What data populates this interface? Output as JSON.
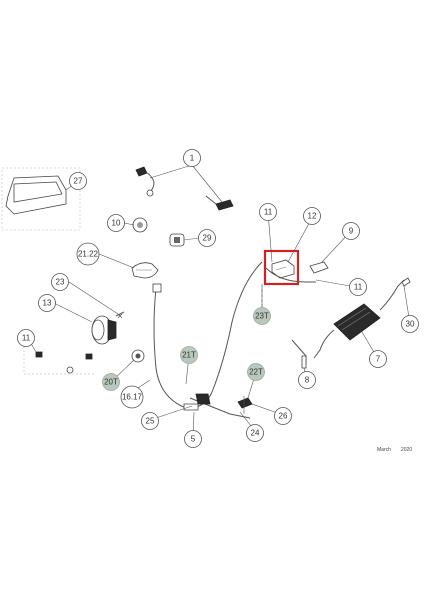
{
  "callouts": {
    "c1": "1",
    "c27": "27",
    "c11a": "11",
    "c12": "12",
    "c9": "9",
    "c10": "10",
    "c29": "29",
    "c21_22": "21.22",
    "c23": "23",
    "c13": "13",
    "c11b": "11",
    "c11c": "11",
    "c23T": "23T",
    "c30": "30",
    "c7": "7",
    "c8": "8",
    "c21T": "21T",
    "c22T": "22T",
    "c20T": "20T",
    "c16_17": "16.17",
    "c25": "25",
    "c5": "5",
    "c24": "24",
    "c26": "26"
  },
  "footer": {
    "month": "March",
    "year": "2020"
  },
  "highlight_color": "#d42020",
  "tinted_callout_color": "#b9c8bd"
}
